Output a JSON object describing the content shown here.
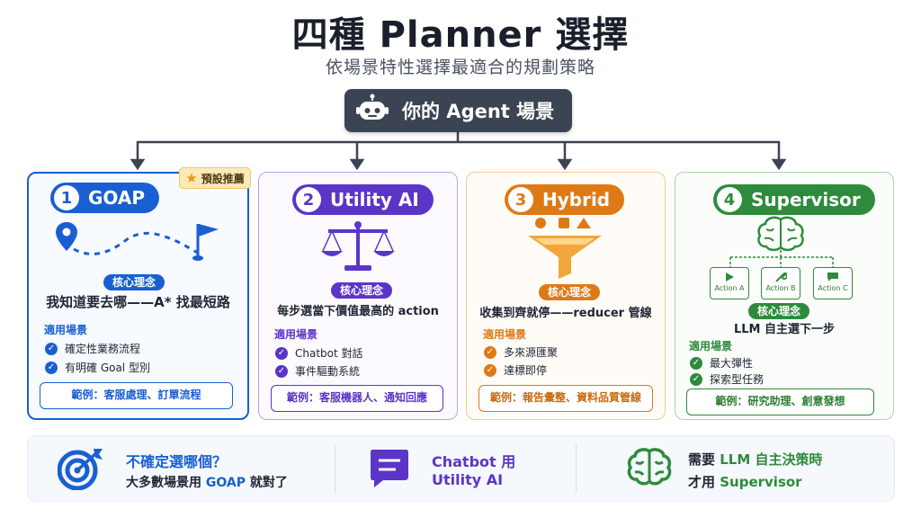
{
  "header": {
    "title": "四種 Planner 選擇",
    "subtitle": "依場景特性選擇最適合的規劃策略"
  },
  "agent": {
    "label": "你的 Agent 場景",
    "icon": "robot-icon"
  },
  "badge": {
    "label": "預設推薦",
    "icon": "star-icon"
  },
  "colors": {
    "goap": "#1a5fd1",
    "utility": "#5b35c8",
    "hybrid": "#de7a16",
    "supervisor": "#2e8b3c",
    "agent_box": "#3b4452"
  },
  "cards": [
    {
      "num": "1",
      "name": "GOAP",
      "core_tag": "核心理念",
      "core_text": "我知道要去哪——A* 找最短路",
      "use_label": "適用場景",
      "uses": [
        "確定性業務流程",
        "有明確 Goal 型別"
      ],
      "example": "範例：客服處理、訂單流程",
      "icon": "route-map-icon"
    },
    {
      "num": "2",
      "name": "Utility AI",
      "core_tag": "核心理念",
      "core_text": "每步選當下價值最高的 action",
      "use_label": "適用場景",
      "uses": [
        "Chatbot 對話",
        "事件驅動系統"
      ],
      "example": "範例：客服機器人、通知回應",
      "icon": "balance-scale-icon"
    },
    {
      "num": "3",
      "name": "Hybrid",
      "core_tag": "核心理念",
      "core_text": "收集到齊就停——reducer 管線",
      "use_label": "適用場景",
      "uses": [
        "多來源匯聚",
        "達標即停"
      ],
      "example": "範例：報告彙整、資料品質管線",
      "icon": "funnel-icon"
    },
    {
      "num": "4",
      "name": "Supervisor",
      "core_tag": "核心理念",
      "core_text": "LLM 自主選下一步",
      "use_label": "適用場景",
      "uses": [
        "最大彈性",
        "探索型任務"
      ],
      "example": "範例：研究助理、創意發想",
      "actions": [
        "Action A",
        "Action B",
        "Action C"
      ],
      "icon": "brain-icon"
    }
  ],
  "tips": [
    {
      "title": "不確定選哪個？",
      "line1": "大多數場景用 ",
      "highlight": "GOAP",
      "line2": " 就對了",
      "icon": "target-icon"
    },
    {
      "title": "Chatbot 用",
      "title2": "Utility AI",
      "icon": "chat-icon"
    },
    {
      "line1": "需要 ",
      "highlight1": "LLM 自主決策時",
      "line2": "才用 ",
      "highlight2": "Supervisor",
      "icon": "brain-icon"
    }
  ]
}
